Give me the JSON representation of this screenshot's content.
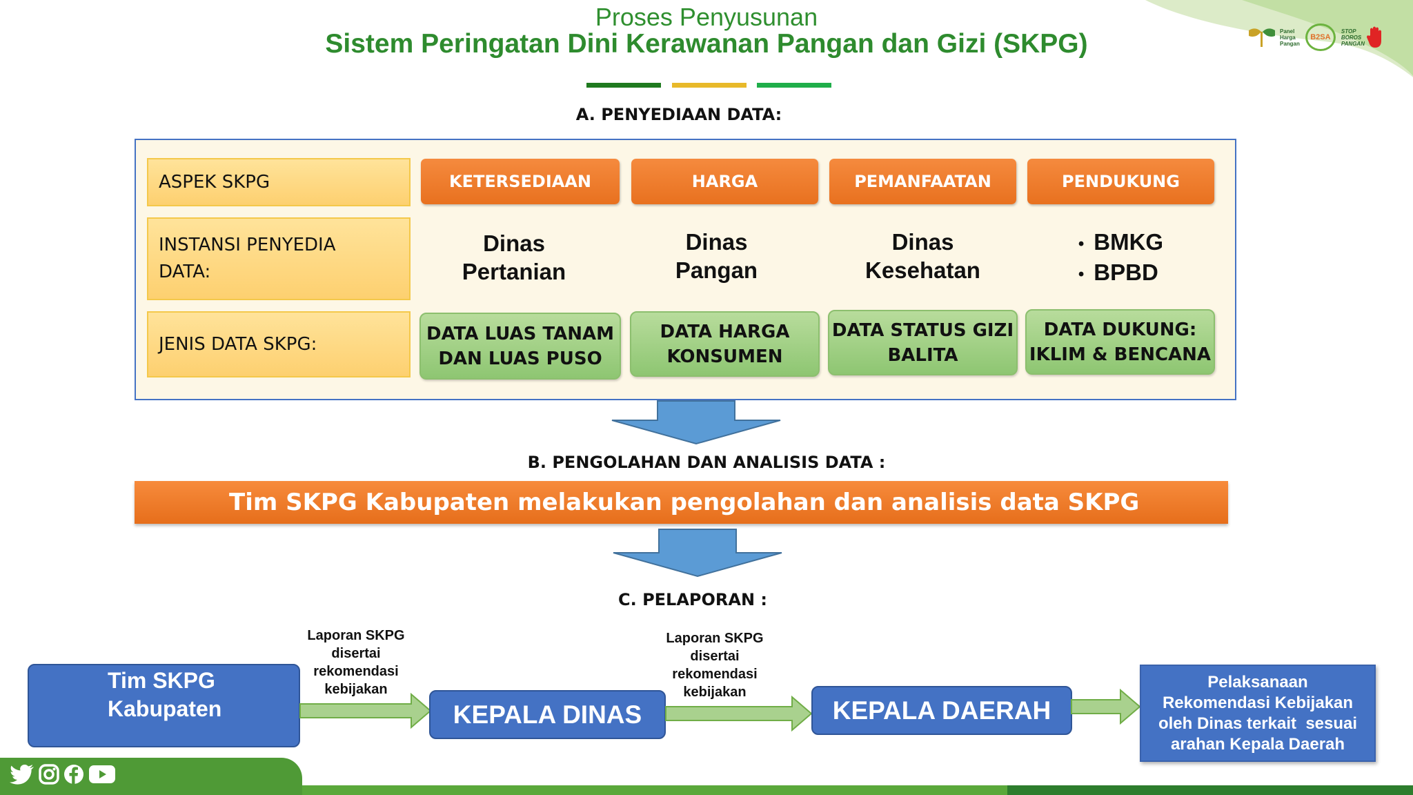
{
  "header": {
    "subtitle": "Proses Penyusunan",
    "title": "Sistem Peringatan Dini Kerawanan Pangan dan Gizi (SKPG)",
    "logos": {
      "panel_harga_pangan": [
        "Panel",
        "Harga",
        "Pangan"
      ],
      "b2sa": "B2SA",
      "stop_boros_pangan": [
        "STOP",
        "BOROS",
        "PANGAN"
      ]
    },
    "bar_colors": [
      "#1f7a1f",
      "#e8b92a",
      "#1fae4a"
    ]
  },
  "section_a": {
    "heading": "A. PENYEDIAAN DATA:",
    "row_labels": {
      "aspek": "ASPEK SKPG",
      "instansi": "INSTANSI PENYEDIA DATA:",
      "jenis": "JENIS DATA SKPG:"
    },
    "columns": [
      {
        "aspek": "KETERSEDIAAN",
        "instansi": [
          "Dinas",
          "Pertanian"
        ],
        "jenis": [
          "DATA LUAS TANAM",
          "DAN LUAS PUSO"
        ]
      },
      {
        "aspek": "HARGA",
        "instansi": [
          "Dinas",
          "Pangan"
        ],
        "jenis": [
          "DATA HARGA",
          "KONSUMEN"
        ]
      },
      {
        "aspek": "PEMANFAATAN",
        "instansi": [
          "Dinas",
          "Kesehatan"
        ],
        "jenis": [
          "DATA STATUS GIZI",
          "BALITA"
        ]
      },
      {
        "aspek": "PENDUKUNG",
        "instansi_list": [
          "BMKG",
          "BPBD"
        ],
        "jenis": [
          "DATA DUKUNG:",
          "IKLIM & BENCANA"
        ]
      }
    ]
  },
  "section_b": {
    "heading": "B. PENGOLAHAN DAN ANALISIS DATA :",
    "bar_text": "Tim SKPG Kabupaten melakukan pengolahan dan analisis data SKPG"
  },
  "section_c": {
    "heading": "C. PELAPORAN :",
    "box_tim": [
      "Tim SKPG",
      "Kabupaten"
    ],
    "box_kepala_dinas": "KEPALA DINAS",
    "box_kepala_daerah": "KEPALA DAERAH",
    "note_1": [
      "Laporan SKPG",
      "disertai",
      "rekomendasi",
      "kebijakan"
    ],
    "note_2": [
      "Laporan SKPG",
      "disertai",
      "rekomendasi",
      "kebijakan"
    ],
    "final_box": [
      "Pelaksanaan",
      "Rekomendasi Kebijakan",
      "oleh Dinas terkait  sesuai",
      "arahan Kepala Daerah"
    ]
  },
  "footer": {
    "social_icons": [
      "twitter-icon",
      "instagram-icon",
      "facebook-icon",
      "youtube-icon"
    ],
    "colors": {
      "band": "#5aa83a",
      "band_dark": "#2d7d2d"
    }
  },
  "colors": {
    "orange": "#ed7d31",
    "green_box": "#a9d18e",
    "blue": "#4472c4",
    "arrow_blue": "#5b9bd5",
    "label_yellow": "#ffd966",
    "title_green": "#2e8b2e"
  }
}
